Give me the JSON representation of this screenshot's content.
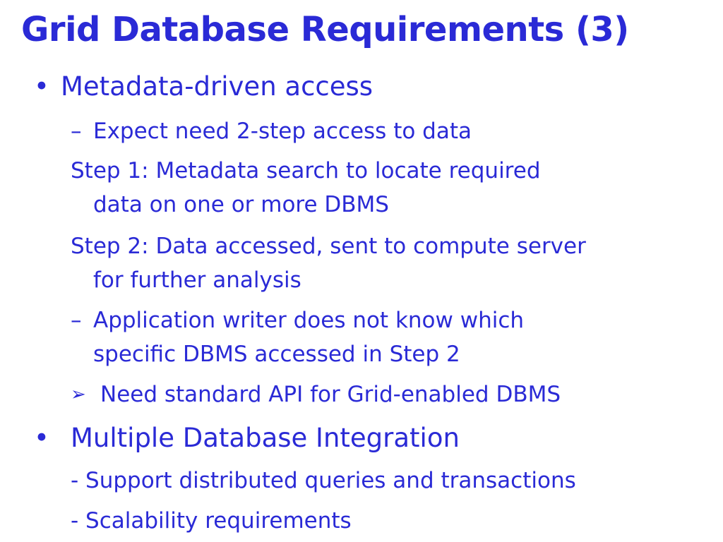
{
  "slide": {
    "title": "Grid Database Requirements (3)",
    "items": [
      {
        "bullet": "•",
        "text": "Metadata-driven access"
      },
      {
        "bullet": "–",
        "text": "Expect need 2-step access to data"
      },
      {
        "text_line1": "Step 1: Metadata search to locate required",
        "text_line2": "data on one or more DBMS"
      },
      {
        "text_line1": "Step 2: Data accessed, sent to compute server",
        "text_line2": "for further analysis"
      },
      {
        "bullet": "–",
        "text_line1": "Application writer does not know which",
        "text_line2": "specific DBMS accessed in Step 2"
      },
      {
        "bullet": "➢",
        "text": "Need standard API for Grid-enabled DBMS"
      },
      {
        "bullet": "•",
        "text": "Multiple Database Integration"
      },
      {
        "text": "- Support distributed queries and transactions"
      },
      {
        "text": "- Scalability requirements"
      }
    ]
  }
}
